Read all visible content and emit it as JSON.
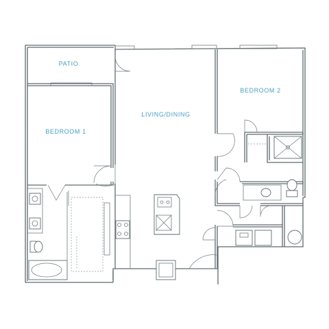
{
  "rooms": {
    "patio": "PATIO",
    "bedroom1": "BEDROOM 1",
    "living": "LIVING/DINING",
    "bedroom2": "BEDROOM 2"
  },
  "colors": {
    "label": "#4a9fc0",
    "wall": "#5f6a6d"
  }
}
